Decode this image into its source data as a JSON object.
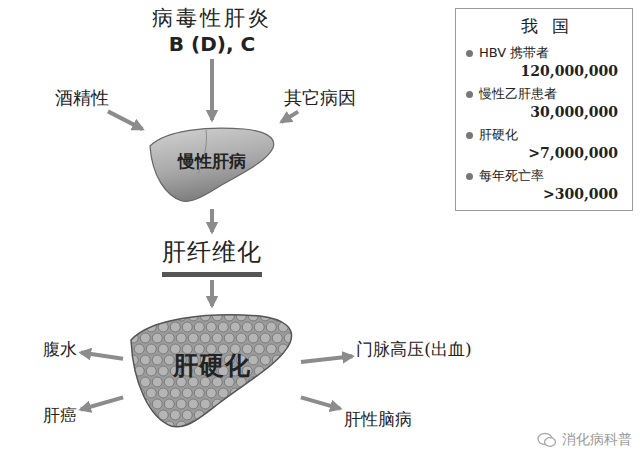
{
  "diagram": {
    "nodes": [
      {
        "text": [
          "病毒性肝炎",
          "B (D), C"
        ]
      },
      {
        "text": [
          "我国",
          "HBV 携带者",
          "120,000,000",
          "慢性乙肝患者",
          "30,000,000",
          "肝硬化",
          ">7,000,000",
          "每年死亡率",
          ">300,000"
        ]
      },
      {
        "text": [
          "酒精性"
        ]
      },
      {
        "text": [
          "其它病因"
        ]
      },
      {
        "text": [
          "慢性肝病"
        ]
      },
      {
        "text": [
          "肝纤维化"
        ]
      },
      {
        "text": [
          "腹水"
        ]
      },
      {
        "text": [
          "门脉高压(出血)"
        ]
      },
      {
        "text": [
          "肝硬化"
        ]
      },
      {
        "text": [
          "肝癌"
        ]
      },
      {
        "text": [
          "肝性脑病"
        ]
      }
    ],
    "edges": [
      {
        "from": 2,
        "to": 4,
        "arrow": "to"
      },
      {
        "from": 0,
        "to": 4,
        "arrow": "to"
      },
      {
        "from": 3,
        "to": 4,
        "arrow": "to"
      },
      {
        "from": 4,
        "to": 5,
        "arrow": "to"
      },
      {
        "from": 5,
        "to": 8,
        "arrow": "to"
      },
      {
        "from": 8,
        "to": 6,
        "arrow": "to"
      },
      {
        "from": 8,
        "to": 7,
        "arrow": "to"
      },
      {
        "from": 8,
        "to": 9,
        "arrow": "to"
      },
      {
        "from": 8,
        "to": 10,
        "arrow": "to"
      }
    ],
    "labels": [
      "消化病科普"
    ]
  }
}
